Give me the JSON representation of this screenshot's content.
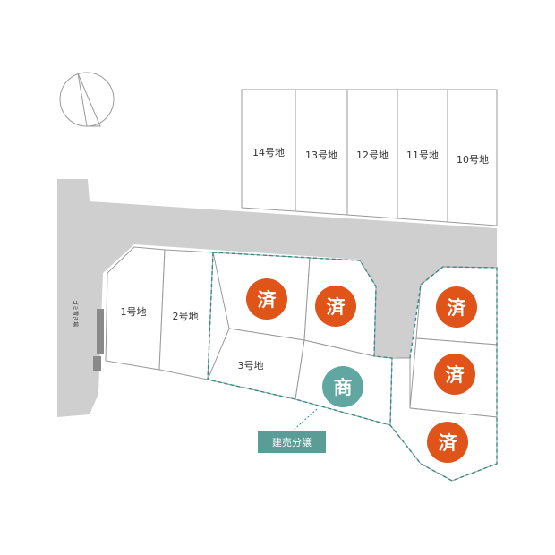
{
  "lots": {
    "l14": "14号地",
    "l13": "13号地",
    "l12": "12号地",
    "l11": "11号地",
    "l10": "10号地",
    "l1": "1号地",
    "l2": "2号地",
    "l3": "3号地"
  },
  "badges": {
    "sold": "済",
    "commercial": "商"
  },
  "tag": {
    "label": "建売分譲"
  },
  "side_label": "ゴミ置き場",
  "colors": {
    "sold": "#e0541a",
    "commercial": "#5fa7a0",
    "tag": "#5a9d97",
    "boundary": "#2f8f84",
    "road": "#cfcfcf",
    "lot_line": "#9a9a9a"
  },
  "icons": {
    "north": "north-arrow-icon"
  }
}
